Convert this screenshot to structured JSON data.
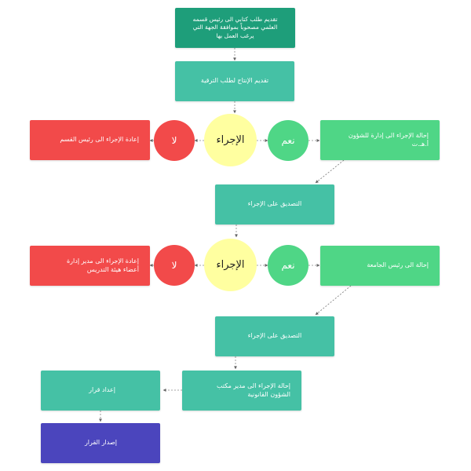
{
  "colors": {
    "teal_dark": "#1e9e7a",
    "teal": "#45c1a5",
    "green": "#4fd686",
    "red": "#f24a4a",
    "yellow": "#ffffa0",
    "purple": "#4b45bd",
    "arrow": "#777777"
  },
  "nodes": {
    "submit_letter": "تقديم طلب كتابي الى رئيس قسمه\nالعلمي مصحوباً بموافقة الجهة التي\nيرغب العمل بها",
    "submit_production": "تقديم الإنتاج لطلب الترقية",
    "decision_1": "الإجراء",
    "yes_1": "نعم",
    "no_1": "لا",
    "refer_affairs": "إحالة الإجراء الى إدارة للشؤون\nأ.هـ.ت",
    "return_dept_head": "إعادة الإجراء الى رئيس القسم",
    "approve_1": "التصديق على الإجراء",
    "decision_2": "الإجراء",
    "yes_2": "نعم",
    "no_2": "لا",
    "refer_president": "إحالة الى رئيس الجامعة",
    "return_faculty_affairs": "إعادة الإجراء الى مدير إدارة\nأعضاء هيئة التدريس",
    "approve_2": "التصديق على الإجراء",
    "refer_legal": "إحالة الإجراء الى مدير مكتب\nالشؤون القانونية",
    "prepare_decision": "إعداد قرار",
    "issue_decision": "إصدار القرار"
  }
}
